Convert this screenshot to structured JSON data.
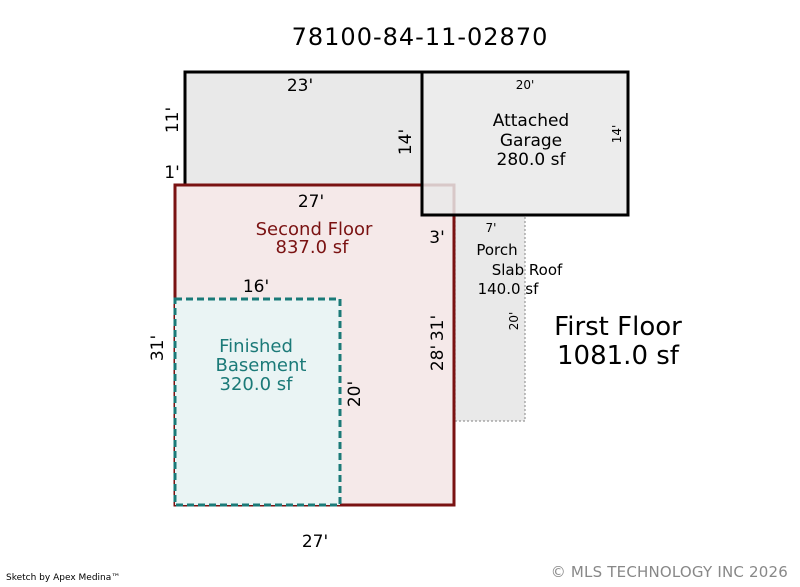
{
  "parcel_id": "78100-84-11-02870",
  "areas": {
    "garage": {
      "name_line1": "Attached",
      "name_line2": "Garage",
      "area": "280.0 sf",
      "fill": "#e9e9e9",
      "stroke": "#000000"
    },
    "second_floor": {
      "name": "Second Floor",
      "area": "837.0 sf",
      "fill": "#f5e9e9",
      "stroke": "#7a1212"
    },
    "basement": {
      "name_line1": "Finished",
      "name_line2": "Basement",
      "area": "320.0 sf",
      "fill": "#eaf4f4",
      "stroke": "#1b7a78"
    },
    "porch": {
      "name_line1": "Porch",
      "name_line2": "Slab Roof",
      "area": "140.0 sf",
      "fill": "#e9e9e9",
      "stroke": "#999999"
    },
    "upper_block": {
      "fill": "#e9e9e9",
      "stroke": "#000000"
    },
    "first_floor": {
      "name": "First Floor",
      "area": "1081.0 sf"
    }
  },
  "dimensions": {
    "top_width": "23'",
    "top_height": "11'",
    "step": "1'",
    "garage_width": "20'",
    "garage_left": "14'",
    "garage_right": "14'",
    "second_top": "27'",
    "offset": "3'",
    "porch_top": "7'",
    "porch_side": "20'",
    "basement_top": "16'",
    "left_side": "31'",
    "inner_28": "28'",
    "inner_31": "31'",
    "basement_right": "20'",
    "bottom": "27'"
  },
  "footer": {
    "left": "Sketch by Apex Medina™",
    "right": "© MLS TECHNOLOGY INC 2026"
  }
}
